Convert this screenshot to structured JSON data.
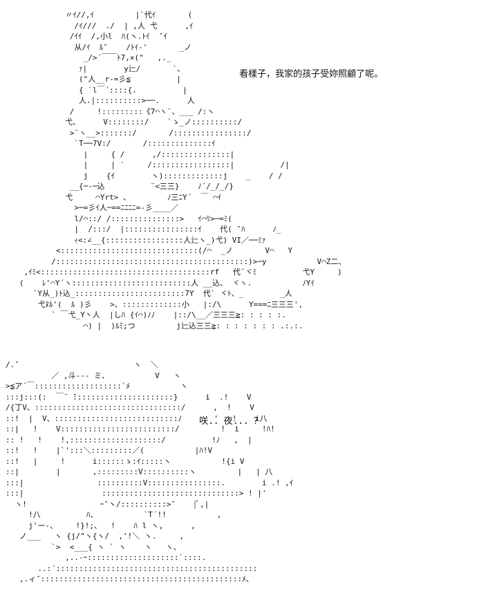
{
  "panels": [
    {
      "dialogue": "看樣子，我家的孩子受妳照顧了呢。",
      "art": [
        "             〃ｲ//,ｲ         |`代ｲ       (",
        "               /ｲ///  ./  | ,人 弋      ,ｲ",
        "              /ｲｲ  /,小l  ﾊ(ヽ.ﾄｲ  ″ｲ",
        "               从/ｲ  ﾙ″    /ﾄｲ-'       _ノ",
        "                 _/>´￣￣ﾄ7,×(\"   ,._",
        "                ｧ|        y辷/       `、",
        "                (\"人__r-=彡≦          |",
        "                { `l￣´::::{.          |",
        "                人.|::::::::::>──.      人",
        "              /     !:::::::::《7⌒ヽ`、___ /:ヽ",
        "             弋、     V::::::::/    `ゝ_ノ::::::::::/",
        "              >¨ヽ__>:::::::/       /::::::::::::::::/",
        "               `T──7V:/       /::::::::::::::ｲ",
        "                 |     { /      ,/:::::::::::::::|",
        "                 |     | ′     /:::::::::::::::::|          /|",
        "                 j    {ｲ        ヽ):::::::::::::j    _    / /",
        "              __{─-─込          ¨<三三}    ﾉ´/_/_/}",
        "             弋     ⌒Yrt> 、        ﾉ三ﾆY´  ￣ ⌒ｲ",
        "               >─=彡ｲ人─==ﾆﾆﾆﾆ=-彡____／",
        "               l/⌒::/ /:::::::::::::::>   ｲ⌒ﾘ>─=ﾐ(",
        "               |  /:::/  |::::::::::::::::ｲ    代( ″ﾊ      ﾉ_",
        "               ｨ<:∠__{:::::::::::::::::人辷ヽ_)弋) VI／──ﾐｧ",
        "           <::::::::::::::::::::::::::::::(/⌒  _ノ       V⌒   Y",
        "          /::::::::::::::::::::::::::::::::::::::::::)>─y           V⌒Z二、",
        "    ,ｲﾐ<:::::::::::::::::::::::::::::::::::::rf   代¨ヾﾐ          弋Y     )",
        "   (    ﾚ'⌒Y´ヽ::::::::::::::::::::::::::人 __込、 ヾヽ.           ﾉYｲ",
        "      `Y从_)ﾄ込_::::::::::::::::::::::::7Y  代` ヾﾄ、_        _人",
        "       弋ﾇﾙ'(  ﾙ )彡    >、:::::::::::::小   |:/\\      Y===ﾆ三三三',",
        "          ` ￣弋_Y丶人  |しﾊ {ｲ⌒)ﾉﾉ    |::/\\__／三三三≧: : : : :.",
        "                 ⌒) |  )ﾙﾐ;つ         j辷込三三≧: : : : : : : .:.:."
      ]
    },
    {
      "dialogue": "咲．．夜．．．？",
      "art": [
        "/.″                         ヽ  ＼",
        "          ／ ,斗--- ミ、          V   ヽ",
        ">≦ア´￣:::::::::::::::::::`ﾒ           ヽ",
        ":::j:::(:  ￣¨ ̄::::::::::::::::::::::}      i  .!    V",
        "/{丁V、::::::::::::::::::::::::::::::::/      ,  !    V",
        "::!  |  V、:::::::::::::::::::::::::::ﾉ       '   !    i八",
        "::|   !    V:::::::::::::::::::::::::/         !  i     !ﾊ!",
        ":: !   !    !,::::::::::::::::::::/          !ﾉ   ,  |",
        "::!   !    |`':::＼:::::::::／(           |ﾊ!V",
        "::!   |     !      i::::::ゝ:ｲ:::::ヽ           !{i V",
        "::|        |       ,:::::::::V::::::::::ヽ         |   | 八",
        ":::|                ::::::::::V::::::::::::::::.        i .! ,ｲ",
        ":::|                 ::::::::::::::::::::::::::::::> ! |'",
        "  ヽ!                ｰ″ヽ/::::::::::>″    |ﾞ,|",
        "     !八          ﾊ、          `T´!!           ,",
        "     j'ー-、    !}!;、  !    ﾊ l ヽ,      ,",
        "   ノ___   ヽ {j/\"ヽ{ヽ/  ,'!＼ ヽ.     ,",
        "          `>  <___{ ヽ ` ヽ    ヽ   ヽ、",
        "             ,..-ｰ::::::::::::::::::::`::::.",
        "       ..:´::::::::::::::::::::::::::::::::::::::::::::",
        "   ,.ィ″::::::::::::::::::::::::::::::::::::::::::::ﾒ、"
      ]
    }
  ]
}
